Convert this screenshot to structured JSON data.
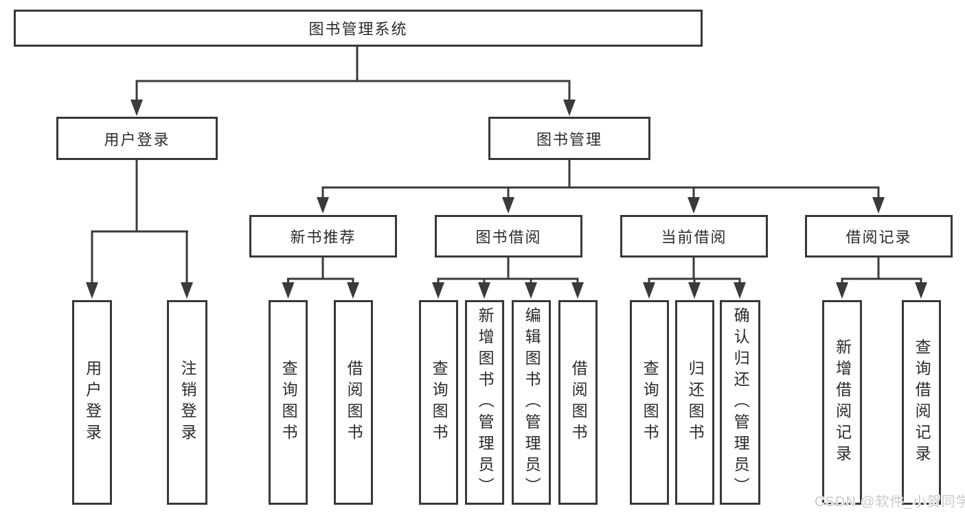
{
  "diagram": {
    "root": "图书管理系统",
    "branches": [
      {
        "label": "用户登录",
        "children": [
          "用户登录",
          "注销登录"
        ]
      },
      {
        "label": "图书管理",
        "groups": [
          {
            "label": "新书推荐",
            "children": [
              "查询图书",
              "借阅图书"
            ]
          },
          {
            "label": "图书借阅",
            "children": [
              "查询图书",
              "新增图书（管理员）",
              "编辑图书（管理员）",
              "借阅图书"
            ]
          },
          {
            "label": "当前借阅",
            "children": [
              "查询图书",
              "归还图书",
              "确认归还（管理员）"
            ]
          },
          {
            "label": "借阅记录",
            "children": [
              "新增借阅记录",
              "查询借阅记录"
            ]
          }
        ]
      }
    ]
  },
  "watermark": "CSDN @软件_小贺同学",
  "colors": {
    "line": "#3a3a3a",
    "border": "#383838",
    "text": "#2b2b2b",
    "watermark": "#c9c9c9",
    "background": "#ffffff"
  }
}
